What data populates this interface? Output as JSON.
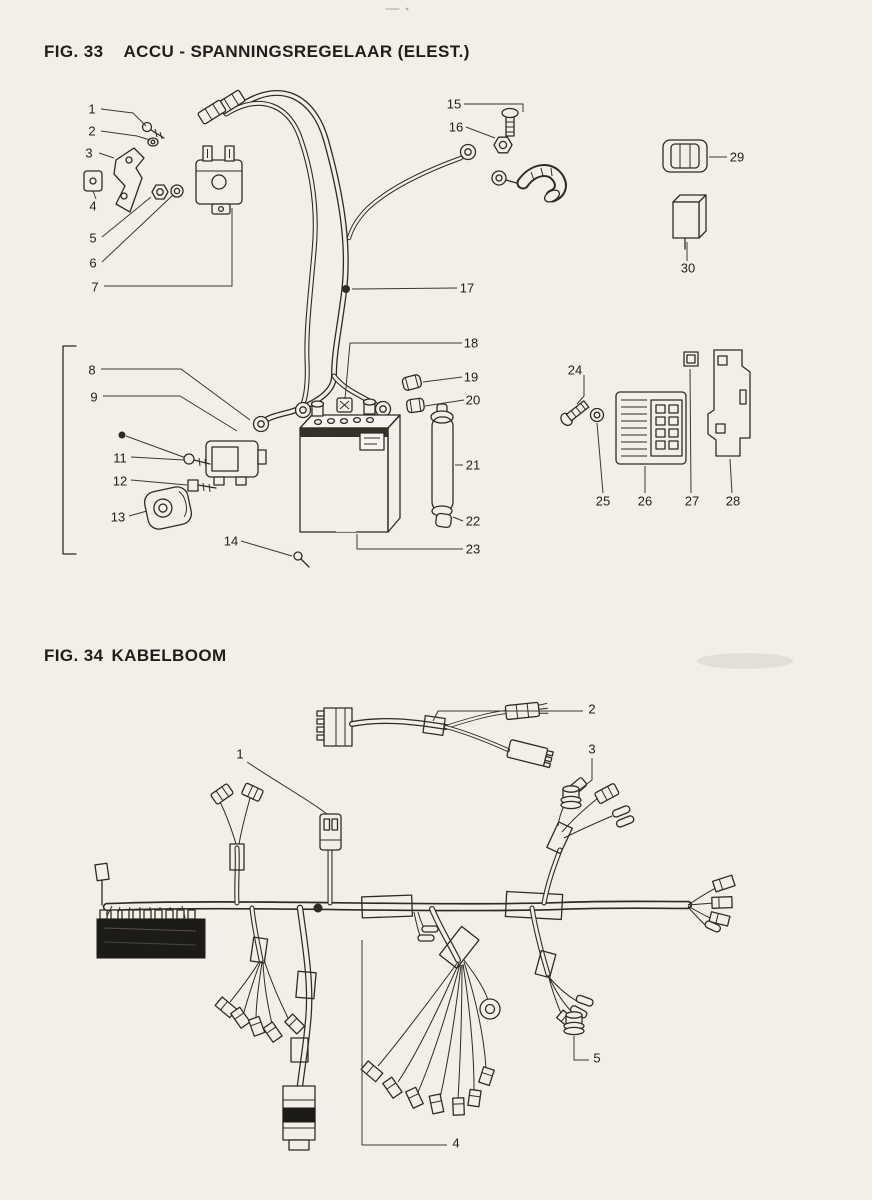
{
  "page": {
    "background": "#f2efe8",
    "ink": "#2e2b27"
  },
  "figures": {
    "fig33": {
      "label": "FIG. 33",
      "title": "ACCU - SPANNINGSREGELAAR (ELEST.)",
      "callouts": {
        "n1": "1",
        "n2": "2",
        "n3": "3",
        "n4": "4",
        "n5": "5",
        "n6": "6",
        "n7": "7",
        "n8": "8",
        "n9": "9",
        "n11": "11",
        "n12": "12",
        "n13": "13",
        "n14": "14",
        "n15": "15",
        "n16": "16",
        "n17": "17",
        "n18": "18",
        "n19": "19",
        "n20": "20",
        "n21": "21",
        "n22": "22",
        "n23": "23",
        "n24": "24",
        "n25": "25",
        "n26": "26",
        "n27": "27",
        "n28": "28",
        "n29": "29",
        "n30": "30"
      }
    },
    "fig34": {
      "label": "FIG. 34",
      "title": "KABELBOOM",
      "callouts": {
        "n1": "1",
        "n2": "2",
        "n3": "3",
        "n4": "4",
        "n5": "5"
      }
    }
  }
}
